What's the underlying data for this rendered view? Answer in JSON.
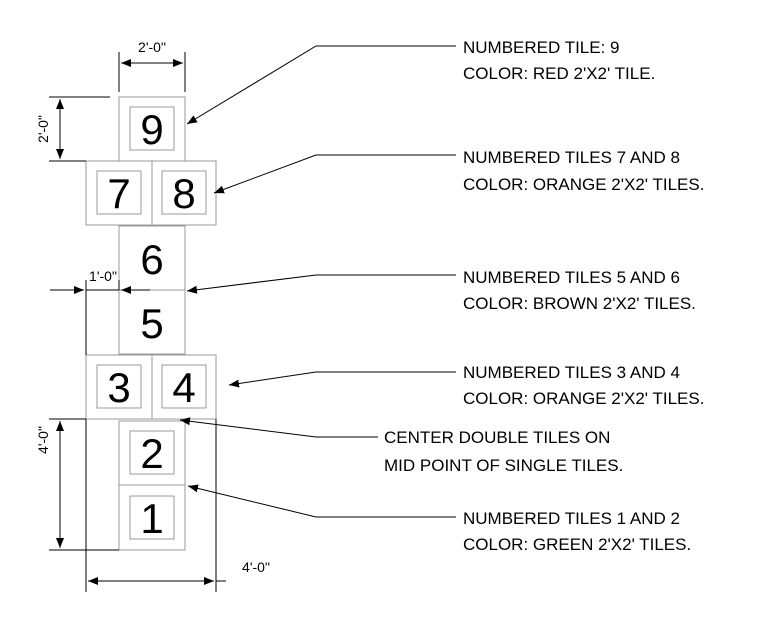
{
  "tiles": {
    "t1": "1",
    "t2": "2",
    "t3": "3",
    "t4": "4",
    "t5": "5",
    "t6": "6",
    "t7": "7",
    "t8": "8",
    "t9": "9"
  },
  "dimensions": {
    "top_width": "2'-0\"",
    "left_height": "2'-0\"",
    "offset": "1'-0\"",
    "bottom_height": "4'-0\"",
    "bottom_width": "4'-0\""
  },
  "notes": {
    "n9": [
      "NUMBERED TILE: 9",
      "COLOR: RED 2'X2' TILE."
    ],
    "n78": [
      "NUMBERED TILES 7 AND 8",
      "COLOR: ORANGE 2'X2'  TILES."
    ],
    "n56": [
      "NUMBERED TILES 5 AND 6",
      "COLOR: BROWN 2'X2'  TILES."
    ],
    "n34": [
      "NUMBERED TILES 3 AND 4",
      "COLOR: ORANGE 2'X2' TILES."
    ],
    "ncenter": [
      "CENTER DOUBLE TILES ON",
      "MID POINT OF SINGLE TILES."
    ],
    "n12": [
      "NUMBERED TILES 1 AND 2",
      "COLOR: GREEN 2'X2'  TILES."
    ]
  }
}
